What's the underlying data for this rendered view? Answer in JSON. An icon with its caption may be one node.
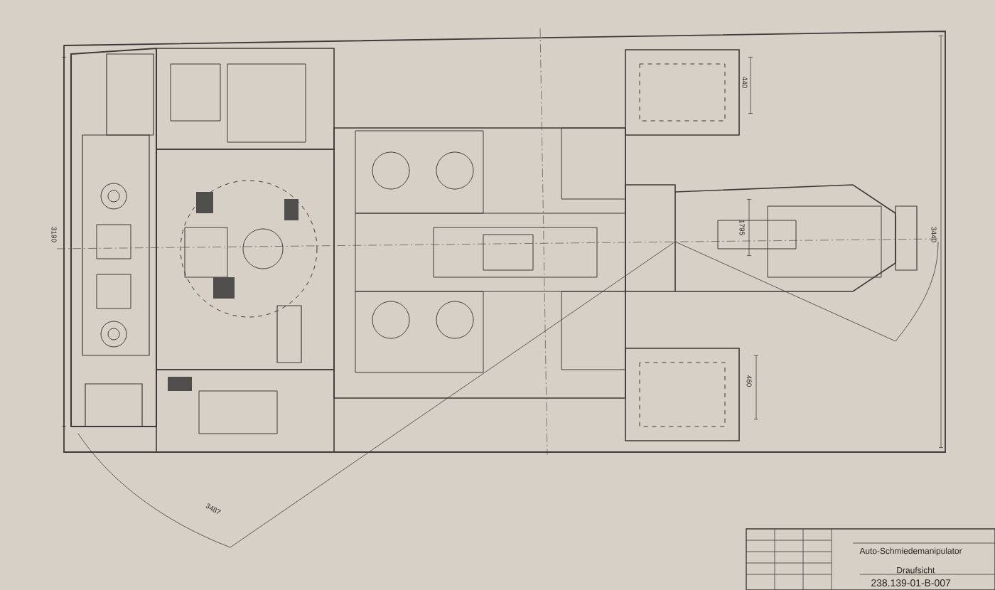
{
  "diagram": {
    "labels": [
      "3190",
      "440",
      "1795",
      "3440",
      "460",
      "3487",
      "Auto-Schmiedemanipulator",
      "Draufsicht",
      "238.139-01-B-007"
    ]
  }
}
